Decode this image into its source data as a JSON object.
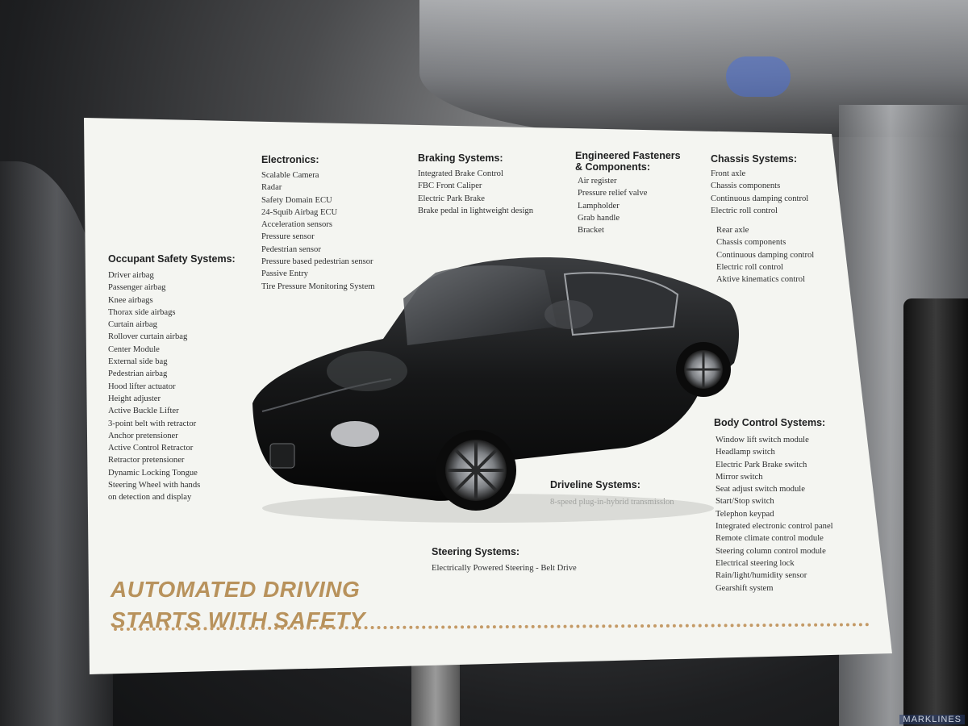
{
  "sections": {
    "electronics": {
      "title": "Electronics:",
      "items": [
        "Scalable Camera",
        "Radar",
        "Safety Domain ECU",
        "24-Squib Airbag ECU",
        "Acceleration sensors",
        "Pressure sensor",
        "Pedestrian sensor",
        "Pressure based pedestrian sensor",
        "Passive Entry",
        "Tire Pressure Monitoring System"
      ]
    },
    "braking": {
      "title": "Braking Systems:",
      "items": [
        "Integrated Brake Control",
        "FBC Front Caliper",
        "Electric Park Brake",
        "Brake pedal in lightweight design"
      ]
    },
    "fasteners": {
      "title_line1": "Engineered Fasteners",
      "title_line2": "& Components:",
      "items": [
        "Air register",
        "Pressure relief valve",
        "Lampholder",
        "Grab handle",
        "Bracket"
      ]
    },
    "chassis": {
      "title": "Chassis Systems:",
      "front": [
        "Front axle",
        "Chassis components",
        "Continuous damping control",
        "Electric roll control"
      ],
      "rear": [
        "Rear axle",
        "Chassis components",
        "Continuous damping control",
        "Electric roll control",
        "Aktive kinematics control"
      ]
    },
    "occupant": {
      "title": "Occupant Safety Systems:",
      "items": [
        "Driver airbag",
        "Passenger airbag",
        "Knee airbags",
        "Thorax side airbags",
        "Curtain airbag",
        "Rollover curtain airbag",
        "Center Module",
        "External side bag",
        "Pedestrian airbag",
        "Hood lifter actuator",
        "Height adjuster",
        "Active Buckle Lifter",
        "3-point belt with retractor",
        "Anchor pretensioner",
        "Active Control Retractor",
        "Retractor pretensioner",
        "Dynamic Locking Tongue",
        "Steering Wheel with hands",
        "on detection and display"
      ]
    },
    "body": {
      "title": "Body Control Systems:",
      "items": [
        "Window lift switch module",
        "Headlamp switch",
        "Electric Park Brake switch",
        "Mirror switch",
        "Seat adjust switch module",
        "Start/Stop switch",
        "Telephon keypad",
        "Integrated electronic control panel",
        "Remote climate control module",
        "Steering column control module",
        "Electrical steering lock",
        "Rain/light/humidity sensor",
        "Gearshift system"
      ]
    },
    "driveline": {
      "title": "Driveline Systems:",
      "items": [
        "8-speed plug-in-hybrid transmission"
      ]
    },
    "steering": {
      "title": "Steering Systems:",
      "items": [
        "Electrically Powered Steering - Belt Drive"
      ]
    }
  },
  "tagline": {
    "line1": "AUTOMATED DRIVING",
    "line2": "STARTS WITH SAFETY"
  },
  "watermark": "MARKLINES",
  "colors": {
    "board": "#f4f5f1",
    "accent": "#b8925c",
    "heading": "#1f2021",
    "car": "#151617"
  }
}
